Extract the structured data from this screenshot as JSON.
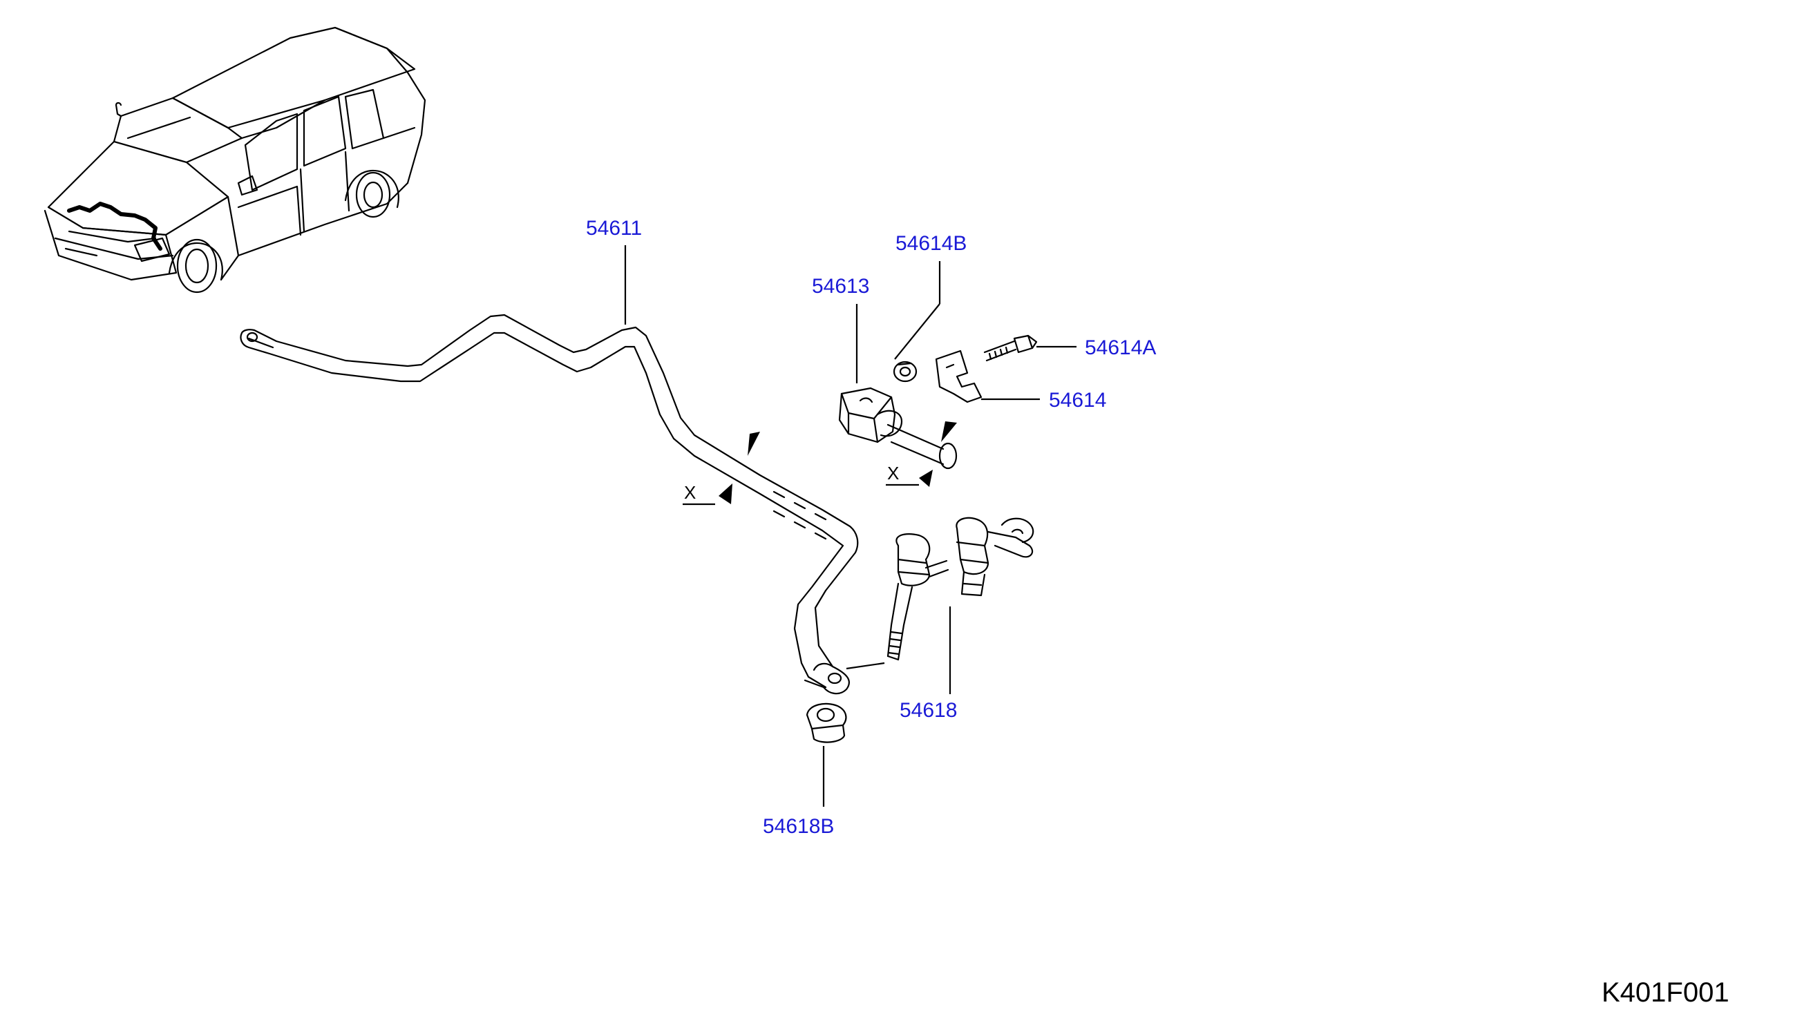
{
  "callouts": [
    {
      "id": "p54611",
      "text": "54611"
    },
    {
      "id": "p54614b",
      "text": "54614B"
    },
    {
      "id": "p54613",
      "text": "54613"
    },
    {
      "id": "p54614a",
      "text": "54614A"
    },
    {
      "id": "p54614",
      "text": "54614"
    },
    {
      "id": "p54618",
      "text": "54618"
    },
    {
      "id": "p54618b",
      "text": "54618B"
    }
  ],
  "section_marks": [
    {
      "id": "x-left",
      "text": "X"
    },
    {
      "id": "x-right",
      "text": "X"
    }
  ],
  "diagram_code": "K401F001",
  "colors": {
    "label": "#1a1ad6",
    "line": "#000000",
    "background": "#ffffff"
  }
}
